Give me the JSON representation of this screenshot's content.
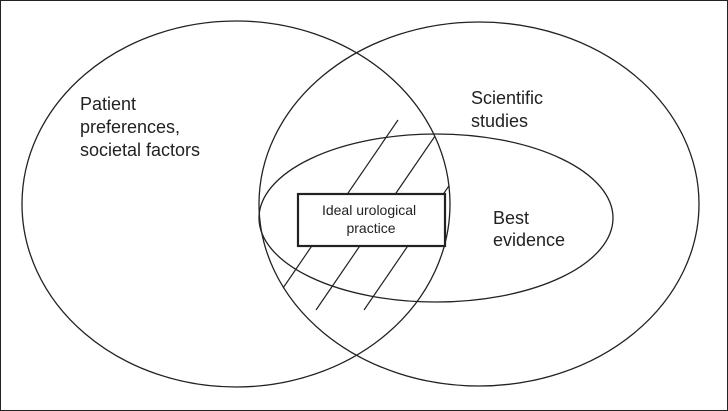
{
  "diagram": {
    "colors": {
      "line": "#222222",
      "text": "#222222",
      "background": "#ffffff"
    },
    "sets": {
      "patient": {
        "lines": [
          "Patient",
          "preferences,",
          "societal factors"
        ]
      },
      "scientific": {
        "lines": [
          "Scientific",
          "studies"
        ]
      },
      "evidence": {
        "lines": [
          "Best",
          "evidence"
        ]
      }
    },
    "center": {
      "lines": [
        "Ideal urological",
        "practice"
      ]
    }
  }
}
